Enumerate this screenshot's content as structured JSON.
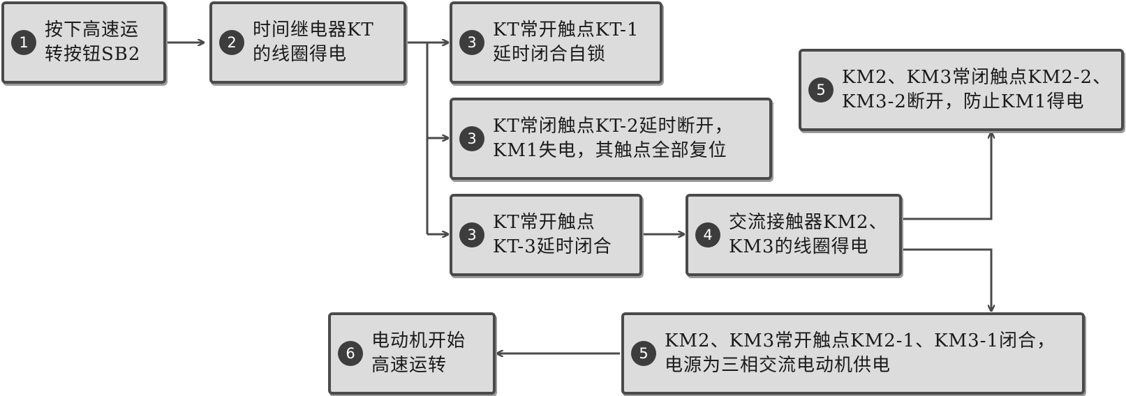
{
  "colors": {
    "box_fill": "#dcdcdc",
    "box_border": "#4a4a4a",
    "badge_fill": "#3d3d3d",
    "arrow": "#4a4a4a"
  },
  "nodes": {
    "n1": {
      "step": "1",
      "line1": "按下高速运",
      "line2": "转按钮SB2"
    },
    "n2": {
      "step": "2",
      "line1": "时间继电器KT",
      "line2": "的线圈得电"
    },
    "n3a": {
      "step": "3",
      "line1": "KT常开触点KT-1",
      "line2": "延时闭合自锁"
    },
    "n3b": {
      "step": "3",
      "line1": "KT常闭触点KT-2延时断开，",
      "line2": "KM1失电，其触点全部复位"
    },
    "n3c": {
      "step": "3",
      "line1": "KT常开触点",
      "line2": "KT-3延时闭合"
    },
    "n4": {
      "step": "4",
      "line1": "交流接触器KM2、",
      "line2": "KM3的线圈得电"
    },
    "n5a": {
      "step": "5",
      "line1": "KM2、KM3常闭触点KM2-2、",
      "line2": "KM3-2断开，防止KM1得电"
    },
    "n5b": {
      "step": "5",
      "line1": "KM2、KM3常开触点KM2-1、KM3-1闭合，",
      "line2": "电源为三相交流电动机供电"
    },
    "n6": {
      "step": "6",
      "line1": "电动机开始",
      "line2": "高速运转"
    }
  }
}
